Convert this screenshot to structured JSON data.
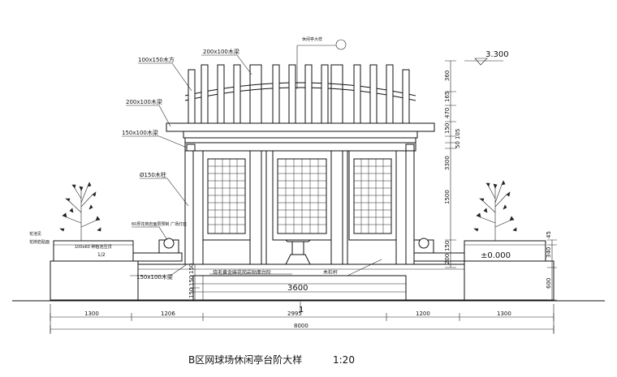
{
  "title": "B区网球场休闲亭台阶大样",
  "scale": "1:20",
  "labels": {
    "beam_100x150": "100x150木方",
    "beam_200x100_top": "200x100木梁",
    "beam_200x100": "200x100木梁",
    "beam_150x100_a": "150x100木梁",
    "post": "Ø150木柱",
    "beam_150x100_b": "150x100木梁",
    "lamp": "60厚花岗岩面层预制\n广场灯座",
    "planter_a": "100x60 种植池压顶",
    "planter_b": "1/2",
    "left_note_a": "花池见",
    "left_note_b": "花岗岩贴面",
    "steps_note": "烧毛黄金麻花岗岩贴面台阶",
    "top_marker": "休闲亭大样",
    "balustrade": "木栏杆",
    "level_top": "3.300",
    "level_base": "±0.000",
    "width_3600": "3600",
    "axis_mark": "1"
  },
  "vertical_dims": {
    "top": [
      "360",
      "165",
      "470",
      "150",
      "105",
      "50"
    ],
    "mid": "3300",
    "mid_b": "1500",
    "bottom": [
      "150",
      "200"
    ],
    "right": [
      "45",
      "340",
      "600"
    ],
    "steps": [
      "150",
      "150",
      "150"
    ]
  },
  "horizontal_dims": {
    "segments": [
      "1300",
      "1206",
      "2995",
      "1200",
      "1300"
    ],
    "total": "8000"
  }
}
